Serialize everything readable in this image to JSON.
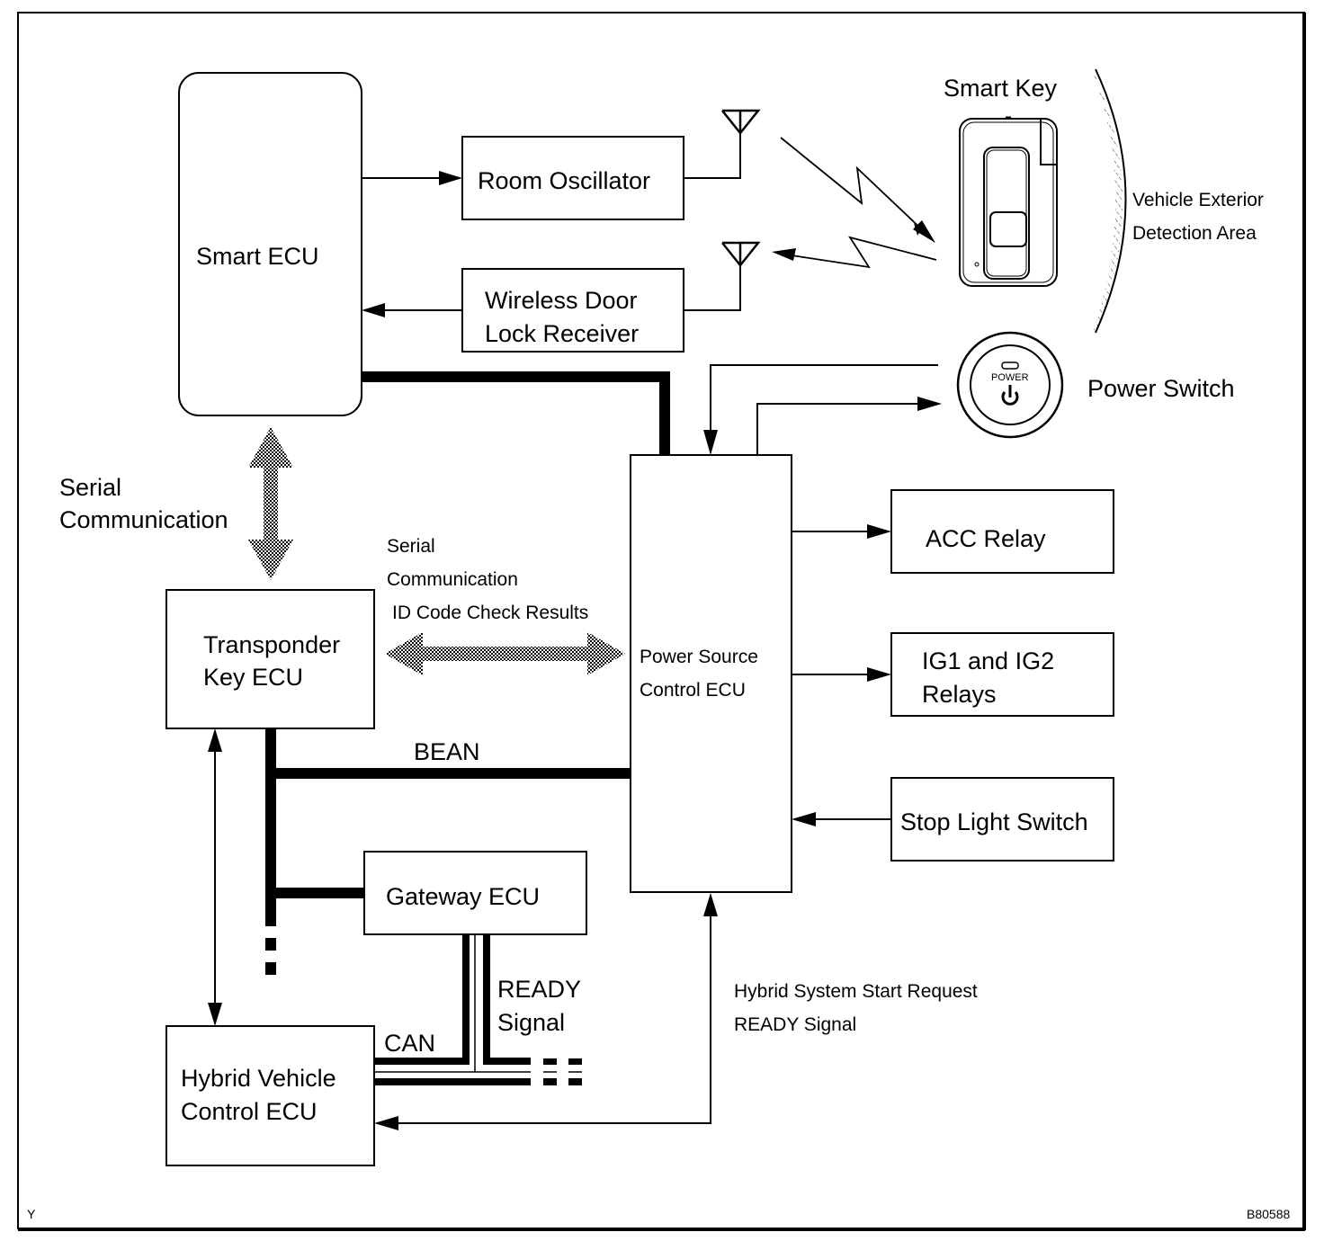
{
  "diagram": {
    "type": "block-diagram",
    "frame": {
      "corner_left": "Y",
      "figure_id": "B80588"
    },
    "blocks": {
      "smart_ecu": "Smart ECU",
      "room_oscillator": "Room Oscillator",
      "wireless_receiver_line1": "Wireless Door",
      "wireless_receiver_line2": "Lock Receiver",
      "smart_key": "Smart Key",
      "detection_area_line1": "Vehicle Exterior",
      "detection_area_line2": "Detection Area",
      "power_switch": "Power Switch",
      "power_switch_button_text": "POWER",
      "transponder_line1": "Transponder",
      "transponder_line2": "Key ECU",
      "power_source_line1": "Power Source",
      "power_source_line2": "Control ECU",
      "acc_relay": "ACC Relay",
      "ig_relays_line1": "IG1 and IG2",
      "ig_relays_line2": "Relays",
      "stop_light_switch": "Stop Light Switch",
      "gateway_ecu": "Gateway ECU",
      "hybrid_line1": "Hybrid Vehicle",
      "hybrid_line2": "Control ECU"
    },
    "connection_labels": {
      "serial_left_line1": "Serial",
      "serial_left_line2": "Communication",
      "serial_mid_line1": "Serial",
      "serial_mid_line2": "Communication",
      "serial_mid_line3": "ID Code Check Results",
      "bean": "BEAN",
      "can": "CAN",
      "ready_line1": "READY",
      "ready_line2": "Signal",
      "hybrid_start_line1": "Hybrid System Start Request",
      "hybrid_start_line2": "READY Signal"
    },
    "connections": [
      {
        "from": "Smart ECU",
        "to": "Room Oscillator",
        "type": "signal"
      },
      {
        "from": "Room Oscillator",
        "to": "Smart Key",
        "type": "wireless"
      },
      {
        "from": "Smart Key",
        "to": "Wireless Door Lock Receiver",
        "type": "wireless"
      },
      {
        "from": "Wireless Door Lock Receiver",
        "to": "Smart ECU",
        "type": "signal"
      },
      {
        "from": "Smart ECU",
        "to": "Power Source Control ECU",
        "type": "bus"
      },
      {
        "from": "Smart ECU",
        "to": "Transponder Key ECU",
        "type": "serial-bidirectional"
      },
      {
        "from": "Transponder Key ECU",
        "to": "Power Source Control ECU",
        "type": "serial-bidirectional"
      },
      {
        "from": "Power Switch",
        "to": "Power Source Control ECU",
        "type": "signal"
      },
      {
        "from": "Power Source Control ECU",
        "to": "Power Switch",
        "type": "signal"
      },
      {
        "from": "Power Source Control ECU",
        "to": "ACC Relay",
        "type": "signal"
      },
      {
        "from": "Power Source Control ECU",
        "to": "IG1 and IG2 Relays",
        "type": "signal"
      },
      {
        "from": "Stop Light Switch",
        "to": "Power Source Control ECU",
        "type": "signal"
      },
      {
        "from": "Transponder Key ECU",
        "to": "Power Source Control ECU",
        "type": "BEAN"
      },
      {
        "from": "Transponder Key ECU",
        "to": "Gateway ECU",
        "type": "BEAN"
      },
      {
        "from": "Transponder Key ECU",
        "to": "Hybrid Vehicle Control ECU",
        "type": "bidirectional"
      },
      {
        "from": "Gateway ECU",
        "to": "Hybrid Vehicle Control ECU",
        "type": "CAN"
      },
      {
        "from": "Power Source Control ECU",
        "to": "Hybrid Vehicle Control ECU",
        "type": "bidirectional"
      }
    ]
  }
}
